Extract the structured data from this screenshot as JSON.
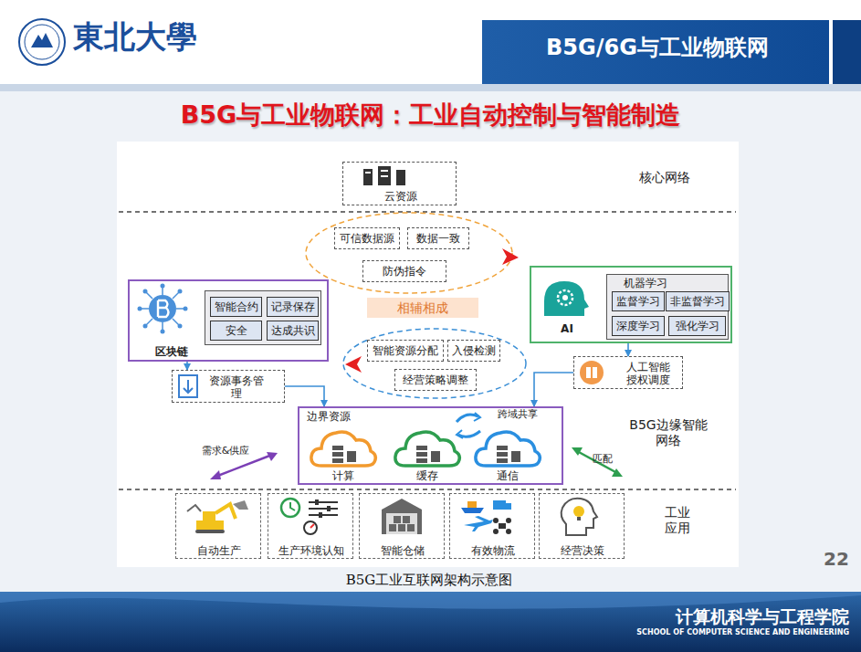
{
  "diagram": {
    "title": "B5G与工业物联网：工业自动控制与智能制造",
    "caption": "B5G工业互联网架构示意图",
    "nodes": [
      {
        "text": [
          "云资源"
        ]
      },
      {
        "text": [
          "可信数据源"
        ]
      },
      {
        "text": [
          "数据一致"
        ]
      },
      {
        "text": [
          "防伪指令"
        ]
      },
      {
        "text": [
          "区块链"
        ]
      },
      {
        "text": [],
        "in": 4
      },
      {
        "text": [
          "智能合约"
        ],
        "in": 5
      },
      {
        "text": [
          "记录保存"
        ],
        "in": 5
      },
      {
        "text": [
          "安全"
        ],
        "in": 5
      },
      {
        "text": [
          "达成共识"
        ],
        "in": 5
      },
      {
        "text": [
          "相辅相成"
        ]
      },
      {
        "text": [
          "AI"
        ]
      },
      {
        "text": [
          "机器学习"
        ],
        "in": 11
      },
      {
        "text": [
          "监督学习"
        ],
        "in": 12
      },
      {
        "text": [
          "非监督学习"
        ],
        "in": 12
      },
      {
        "text": [
          "深度学习"
        ],
        "in": 12
      },
      {
        "text": [
          "强化学习"
        ],
        "in": 12
      },
      {
        "text": [
          "智能资源分配"
        ]
      },
      {
        "text": [
          "入侵检测"
        ]
      },
      {
        "text": [
          "经营策略调整"
        ]
      },
      {
        "text": [
          "资源事务管理"
        ]
      },
      {
        "text": [
          "人工智能授权调度"
        ]
      },
      {
        "text": [
          "边界资源"
        ]
      },
      {
        "text": [
          "计算"
        ],
        "in": 22
      },
      {
        "text": [
          "缓存"
        ],
        "in": 22
      },
      {
        "text": [
          "通信"
        ],
        "in": 22
      },
      {
        "text": [
          "自动生产"
        ]
      },
      {
        "text": [
          "生产环境认知"
        ]
      },
      {
        "text": [
          "智能仓储"
        ]
      },
      {
        "text": [
          "有效物流"
        ]
      },
      {
        "text": [
          "经营决策"
        ]
      }
    ],
    "edges": [
      {
        "from": 4,
        "to": 20,
        "arrow": "to"
      },
      {
        "from": 20,
        "to": 22,
        "arrow": "to"
      },
      {
        "from": 11,
        "to": 21,
        "arrow": "to"
      },
      {
        "from": 21,
        "to": 22,
        "arrow": "to"
      }
    ],
    "labels": [
      "東北大學",
      "B5G/6G与工业物联网",
      "核心网络",
      "跨域共享",
      "B5G边缘智能网络",
      "需求&供应",
      "匹配",
      "工业应用",
      "22",
      "计算机科学与工程学院",
      "SCHOOL OF COMPUTER SCIENCE AND ENGINEERING"
    ]
  }
}
